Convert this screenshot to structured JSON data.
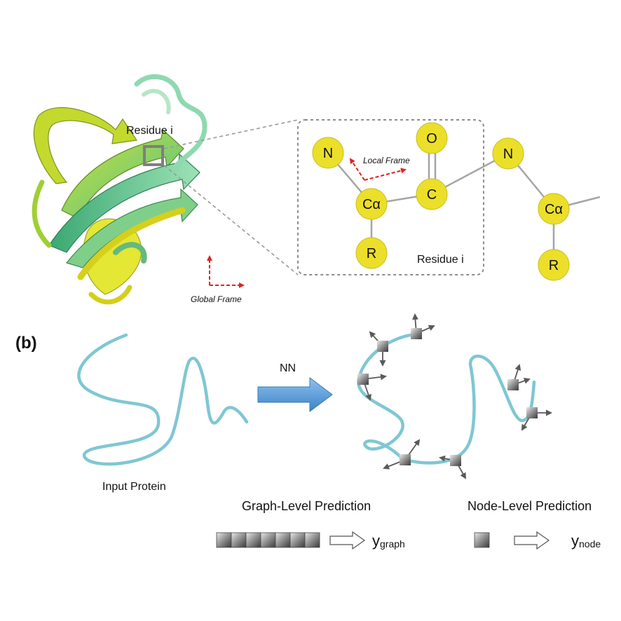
{
  "panel_a": {
    "residue_label_protein": "Residue i",
    "global_frame_label": "Global Frame",
    "local_frame_label": "Local Frame",
    "residue_label_box": "Residue i",
    "atoms": {
      "n1": "N",
      "o": "O",
      "ca1": "Cα",
      "c": "C",
      "r1": "R",
      "n2": "N",
      "ca2": "Cα",
      "r2": "R"
    }
  },
  "panel_b": {
    "panel_label": "(b)",
    "arrow_label": "NN",
    "input_label": "Input Protein",
    "graph_level_title": "Graph-Level Prediction",
    "node_level_title": "Node-Level Prediction",
    "y_graph_main": "y",
    "y_graph_sub": "graph",
    "y_node_main": "y",
    "y_node_sub": "node"
  },
  "colors": {
    "atom_fill": "#ecdf2a",
    "frame_arrow": "#e0221f",
    "curve": "#7fc7d3",
    "nn_arrow": "#4a90d0"
  }
}
